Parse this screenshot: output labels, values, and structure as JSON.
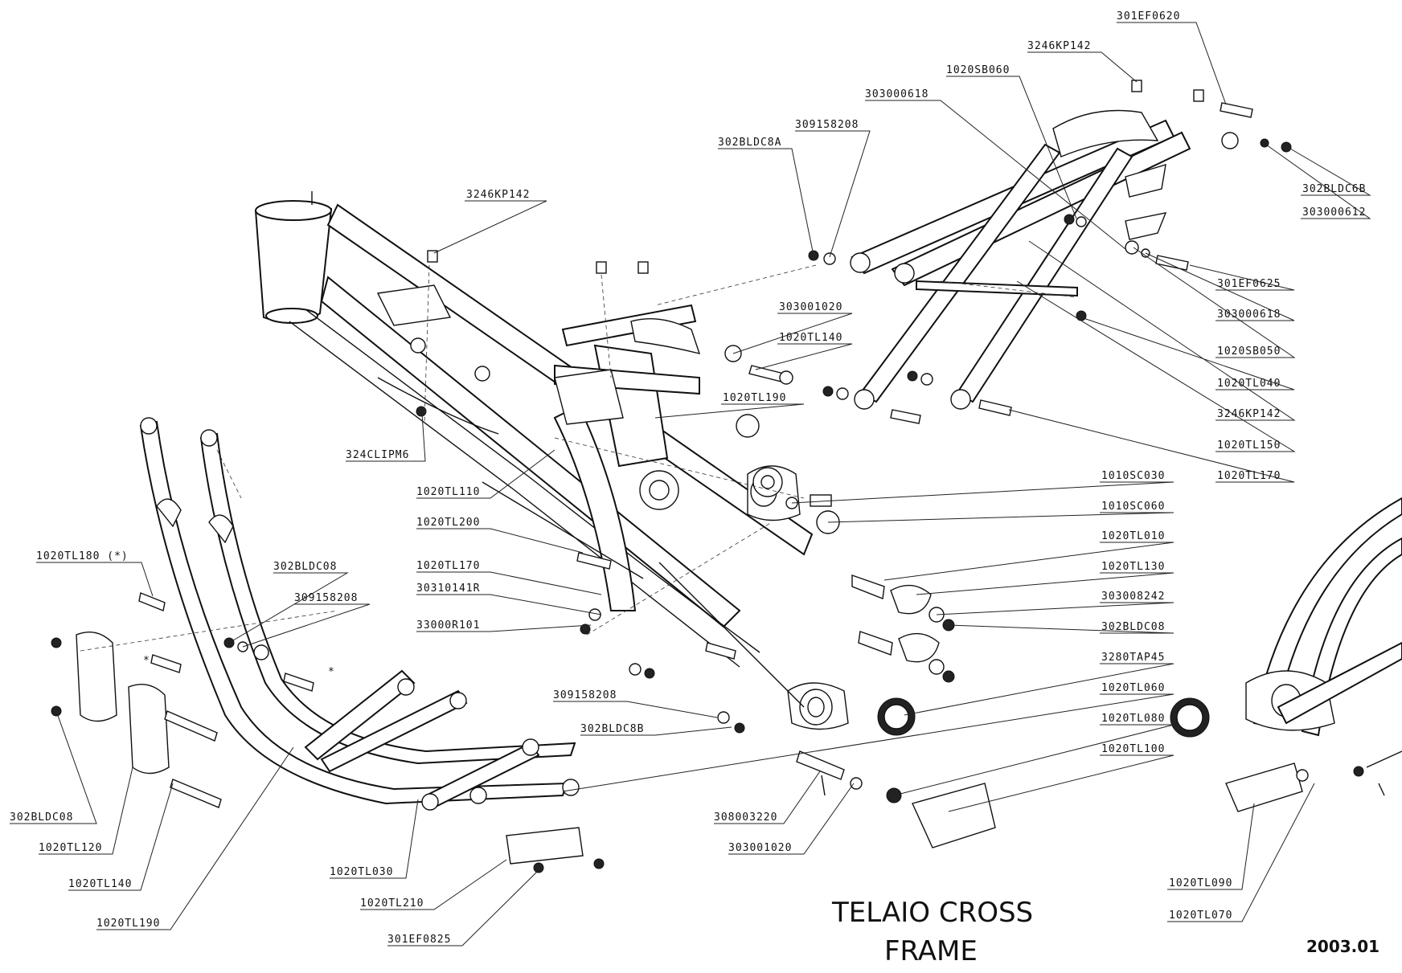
{
  "title": "TELAIO CROSS",
  "subtitle": "FRAME",
  "version": "2003.01",
  "labels": [
    "301EF0620",
    "3246KP142",
    "1020SB060",
    "303000618",
    "309158208",
    "302BLDC8A",
    "3246KP142",
    "303001020",
    "1020TL140",
    "1020TL190",
    "324CLIPM6",
    "302BLDC6B",
    "303000612",
    "301EF0625",
    "303000618",
    "1020SB050",
    "1020TL040",
    "3246KP142",
    "1020TL150",
    "1020TL170",
    "1010SC030",
    "1010SC060",
    "1020TL010",
    "1020TL130",
    "303008242",
    "302BLDC08",
    "3280TAP45",
    "1020TL060",
    "1020TL080",
    "1020TL100",
    "1020TL110",
    "1020TL200",
    "1020TL170",
    "30310141R",
    "33000R101",
    "309158208",
    "302BLDC8B",
    "1020TL180 (*)",
    "302BLDC08",
    "309158208",
    "302BLDC08",
    "1020TL120",
    "1020TL140",
    "1020TL190",
    "1020TL030",
    "1020TL210",
    "301EF0825",
    "308003220",
    "303001020",
    "1020TL090",
    "1020TL070"
  ],
  "markers": [
    "*",
    "*"
  ]
}
